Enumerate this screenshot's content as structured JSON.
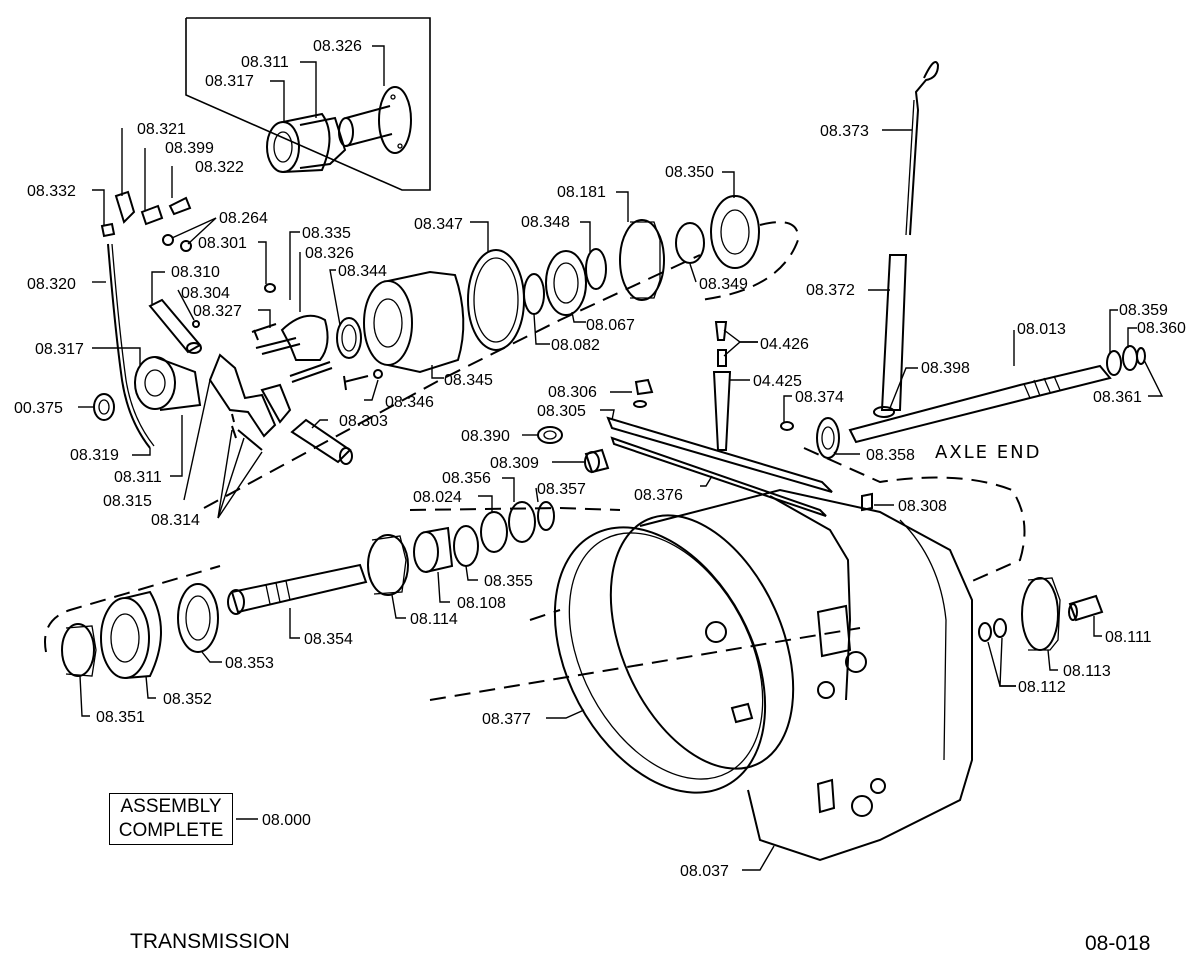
{
  "labels": {
    "p08_326": "08.326",
    "p08_311a": "08.311",
    "p08_317a": "08.317",
    "p08_321": "08.321",
    "p08_399": "08.399",
    "p08_322": "08.322",
    "p08_332": "08.332",
    "p08_264": "08.264",
    "p08_301": "08.301",
    "p08_320": "08.320",
    "p08_310": "08.310",
    "p08_304": "08.304",
    "p08_327": "08.327",
    "p08_335": "08.335",
    "p08_326b": "08.326",
    "p08_344": "08.344",
    "p08_347": "08.347",
    "p08_348": "08.348",
    "p08_181": "08.181",
    "p08_350": "08.350",
    "p08_349": "08.349",
    "p08_067": "08.067",
    "p08_082": "08.082",
    "p08_345": "08.345",
    "p08_346": "08.346",
    "p08_303": "08.303",
    "p08_317b": "08.317",
    "p00_375": "00.375",
    "p08_319": "08.319",
    "p08_311b": "08.311",
    "p08_315": "08.315",
    "p08_314": "08.314",
    "p08_373": "08.373",
    "p08_372": "08.372",
    "p08_013": "08.013",
    "p08_359": "08.359",
    "p08_360": "08.360",
    "p08_398": "08.398",
    "p04_426": "04.426",
    "p04_425": "04.425",
    "p08_374": "08.374",
    "p08_361": "08.361",
    "p08_358": "08.358",
    "p08_306": "08.306",
    "p08_305": "08.305",
    "p08_390": "08.390",
    "p08_309": "08.309",
    "p08_356": "08.356",
    "p08_024": "08.024",
    "p08_357": "08.357",
    "p08_376": "08.376",
    "p08_308": "08.308",
    "p08_355": "08.355",
    "p08_108": "08.108",
    "p08_114": "08.114",
    "p08_354": "08.354",
    "p08_353": "08.353",
    "p08_352": "08.352",
    "p08_351": "08.351",
    "p08_377": "08.377",
    "p08_111": "08.111",
    "p08_113": "08.113",
    "p08_112": "08.112",
    "p08_000": "08.000",
    "p08_037": "08.037",
    "axle_end": "AXLE END"
  },
  "assembly_box": {
    "line1": "ASSEMBLY",
    "line2": "COMPLETE"
  },
  "footer": {
    "title": "TRANSMISSION",
    "page_code": "08-018"
  }
}
